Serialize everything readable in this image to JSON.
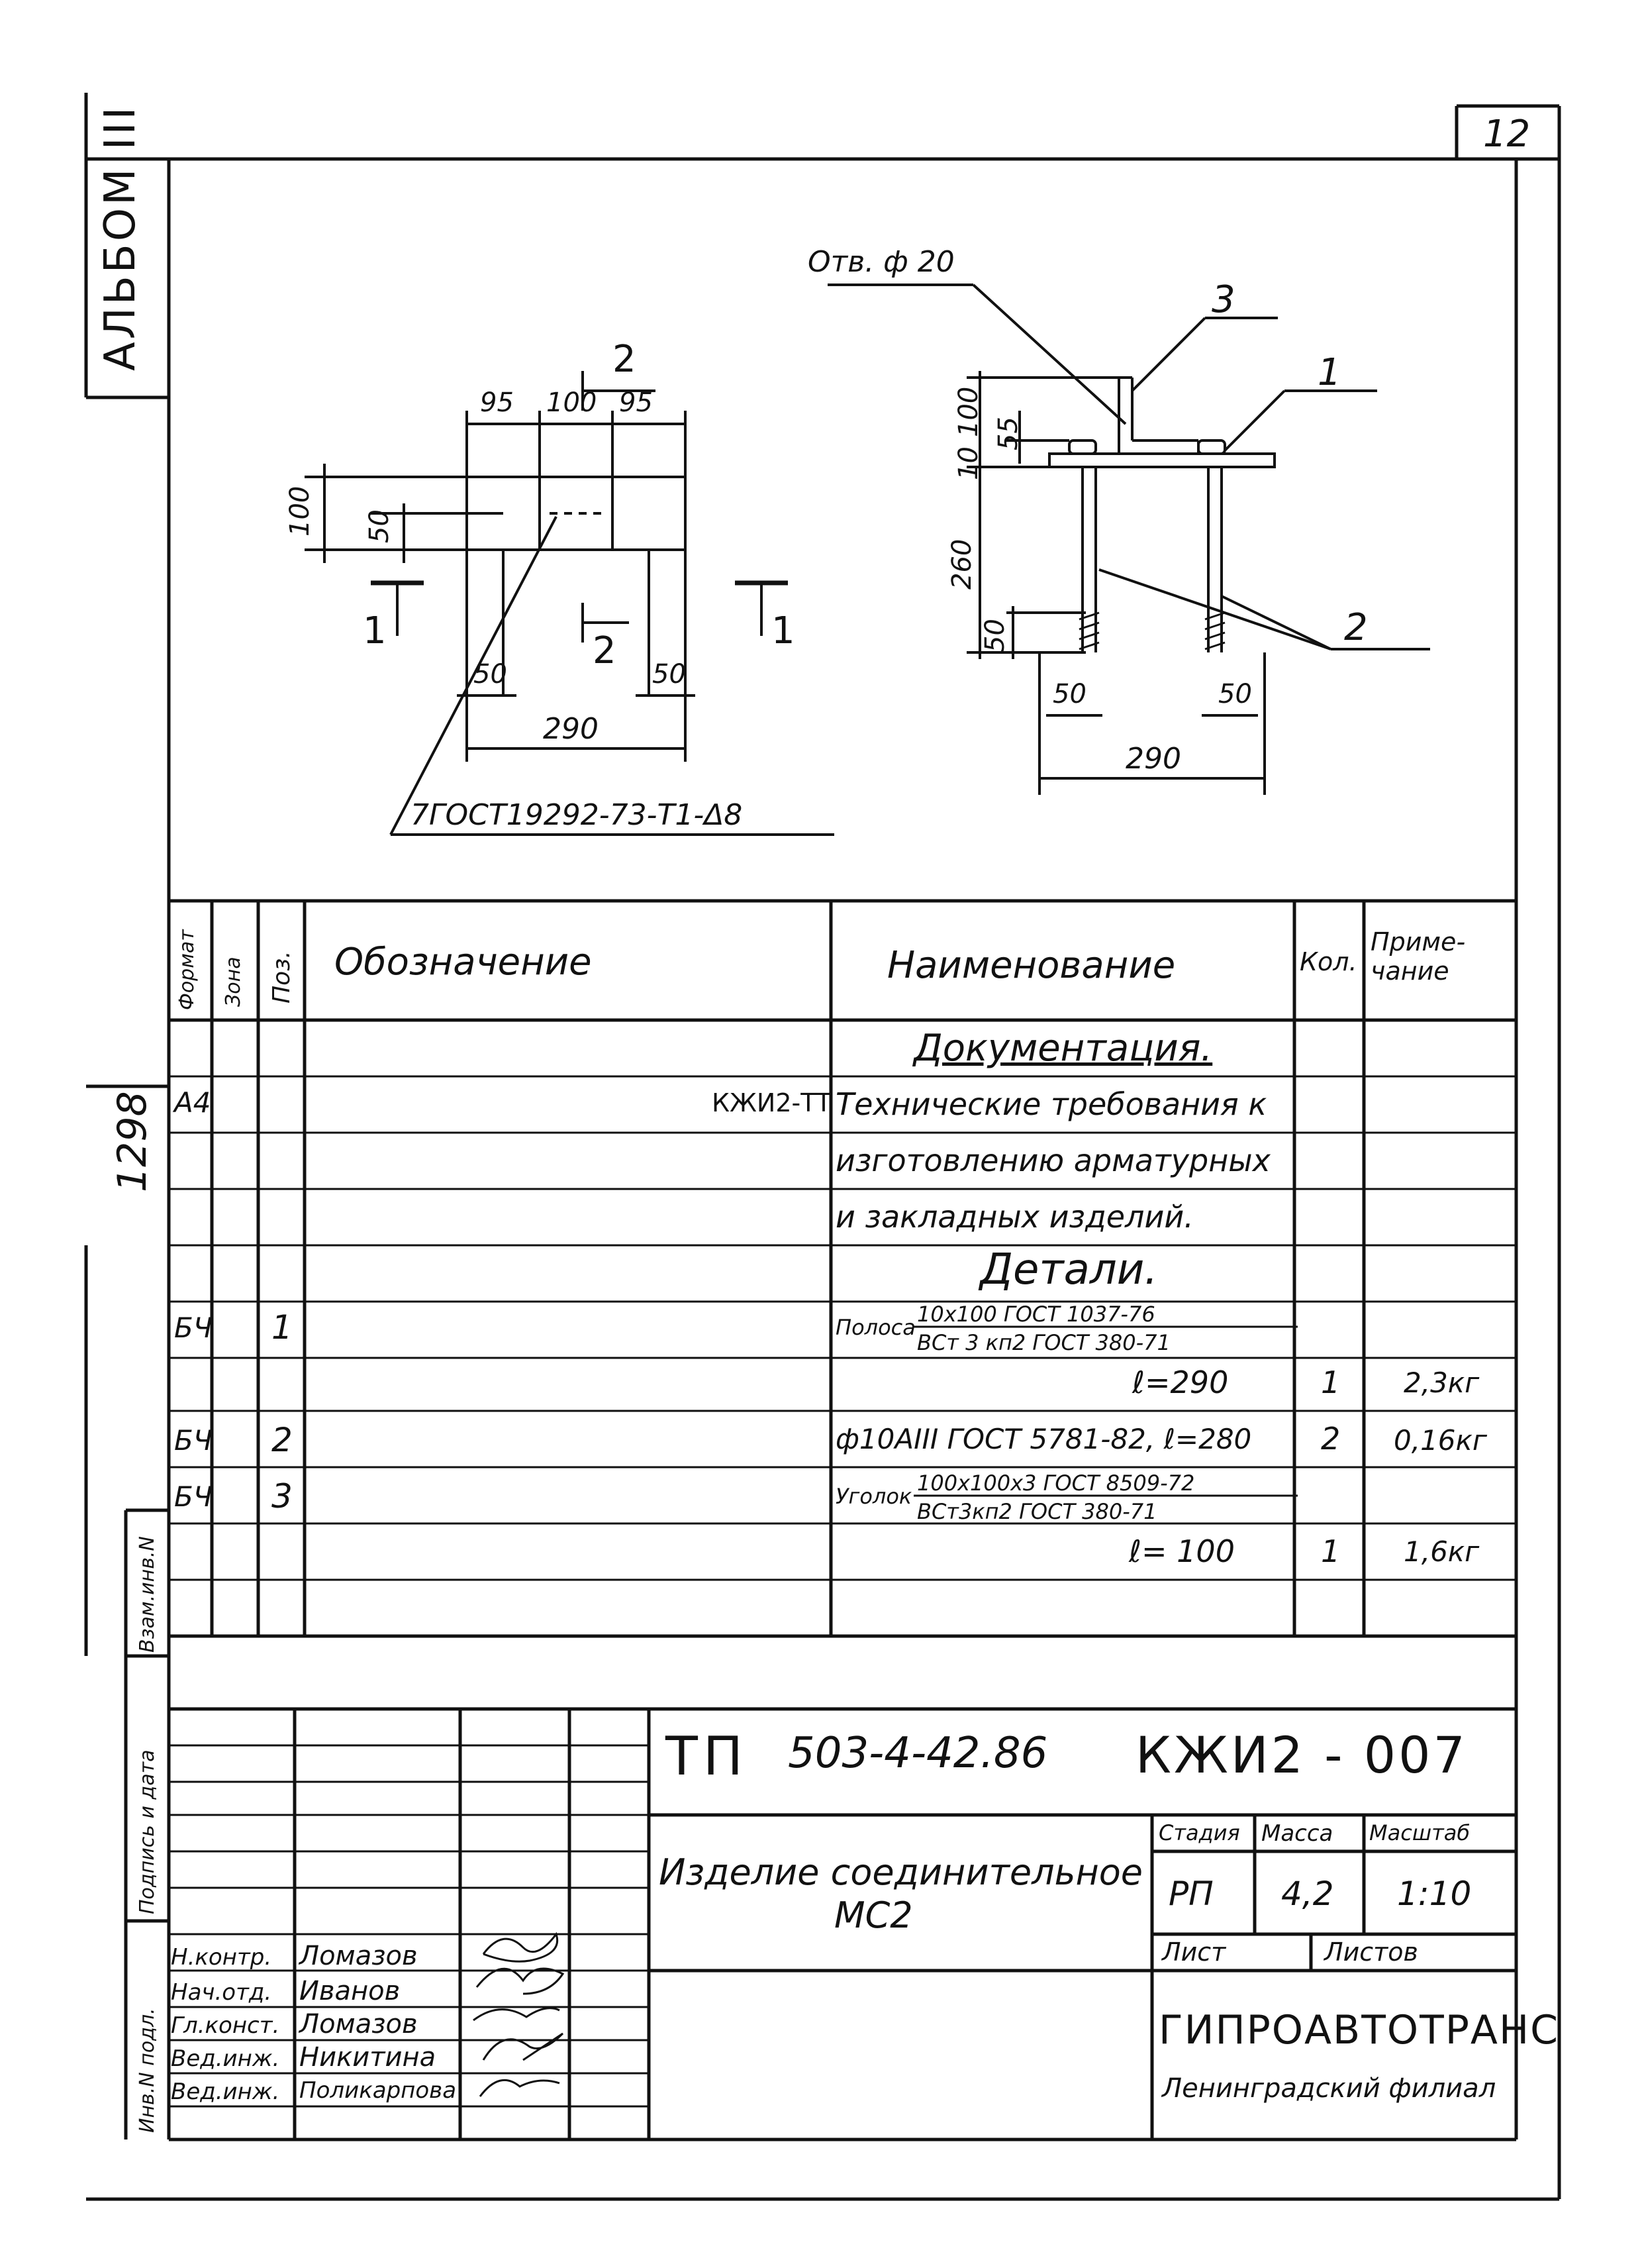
{
  "sheet_number": "12",
  "album_label": "АЛЬБОМ III",
  "margin_number": "1298",
  "margin_labels": {
    "interchange": "Взам.инв.N",
    "sign_date": "Подпись и дата",
    "orig_inv": "Инв.N подл."
  },
  "plan_view": {
    "section_mark_top": "2",
    "section_mark_mid": "2",
    "section_left": "1",
    "section_right": "1",
    "dim_top": [
      "95",
      "100",
      "95"
    ],
    "dim_left_100": "100",
    "dim_left_50": "50",
    "dim_bottom_50_left": "50",
    "dim_bottom_50_right": "50",
    "dim_total": "290",
    "weld_note": "7ГОСТ19292-73-Т1-Δ8"
  },
  "section_view": {
    "hole_label": "Отв. ф 20",
    "pos_3": "3",
    "pos_1": "1",
    "pos_2": "2",
    "dim_100": "100",
    "dim_55": "55",
    "dim_10": "10",
    "dim_260": "260",
    "dim_50_vert": "50",
    "dim_50_left": "50",
    "dim_50_right": "50",
    "dim_total": "290"
  },
  "spec_table": {
    "headers": {
      "format": "Формат",
      "zone": "Зона",
      "pos": "Поз.",
      "designation": "Обозначение",
      "name": "Наименование",
      "qty": "Кол.",
      "note": "Приме-чание"
    },
    "section_docs": "Документация.",
    "row_a4_format": "А4",
    "row_a4_designation": "КЖИ2-ТТ",
    "row_a4_name_1": "Технические требования к",
    "row_a4_name_2": "изготовлению арматурных",
    "row_a4_name_3": "и закладных изделий.",
    "section_parts": "Детали.",
    "row1": {
      "format": "БЧ",
      "pos": "1",
      "name_prefix": "Полоса",
      "frac_top": "10х100 ГОСТ 1037-76",
      "frac_bottom": "ВСт 3 кп2 ГОСТ 380-71",
      "length": "ℓ=290",
      "qty": "1",
      "note": "2,3кг"
    },
    "row2": {
      "format": "БЧ",
      "pos": "2",
      "name": "ф10АIII ГОСТ 5781-82, ℓ=280",
      "qty": "2",
      "note": "0,16кг"
    },
    "row3": {
      "format": "БЧ",
      "pos": "3",
      "name_prefix": "Уголок",
      "frac_top": "100х100х3 ГОСТ 8509-72",
      "frac_bottom": "ВСт3кп2 ГОСТ 380-71",
      "length": "ℓ= 100",
      "qty": "1",
      "note": "1,6кг"
    }
  },
  "title_block": {
    "doc_code_prefix": "ТП",
    "doc_code_num": "503-4-42.86",
    "doc_code_suffix": "КЖИ2 - 007",
    "product_name_1": "Изделие соединительное",
    "product_name_2": "МС2",
    "stage_label": "Стадия",
    "mass_label": "Масса",
    "scale_label": "Масштаб",
    "stage": "РП",
    "mass": "4,2",
    "scale": "1:10",
    "sheet_label": "Лист",
    "sheets_label": "Листов",
    "org_name": "ГИПРОАВТОТРАНС",
    "org_branch": "Ленинградский филиал",
    "signatures": [
      {
        "role": "Н.контр.",
        "name": "Ломазов"
      },
      {
        "role": "Нач.отд.",
        "name": "Иванов"
      },
      {
        "role": "Гл.конст.",
        "name": "Ломазов"
      },
      {
        "role": "Вед.инж.",
        "name": "Никитина"
      },
      {
        "role": "Вед.инж.",
        "name": "Поликарпова"
      }
    ]
  }
}
